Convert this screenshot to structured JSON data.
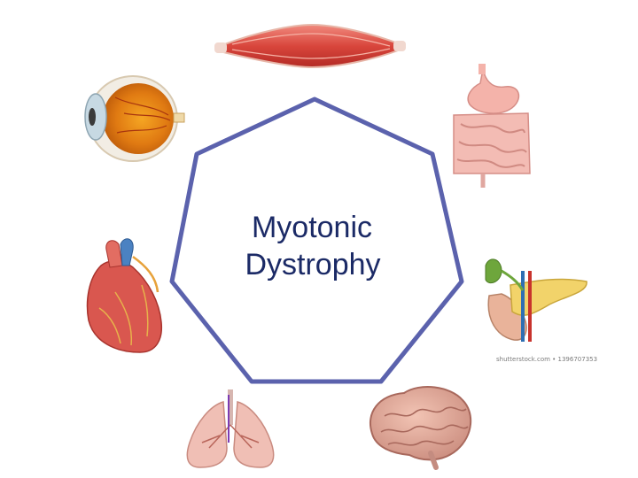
{
  "center": {
    "title_line1": "Myotonic",
    "title_line2": "Dystrophy"
  },
  "colors": {
    "heptagon_stroke": "#5b62ad",
    "heptagon_fill": "#ffffff",
    "title": "#1b2a66"
  },
  "organs": [
    {
      "name": "skeletal-muscle"
    },
    {
      "name": "stomach-intestines"
    },
    {
      "name": "pancreas"
    },
    {
      "name": "brain"
    },
    {
      "name": "lungs"
    },
    {
      "name": "heart"
    },
    {
      "name": "eye"
    }
  ],
  "watermark": "shutterstock.com • 1396707353"
}
